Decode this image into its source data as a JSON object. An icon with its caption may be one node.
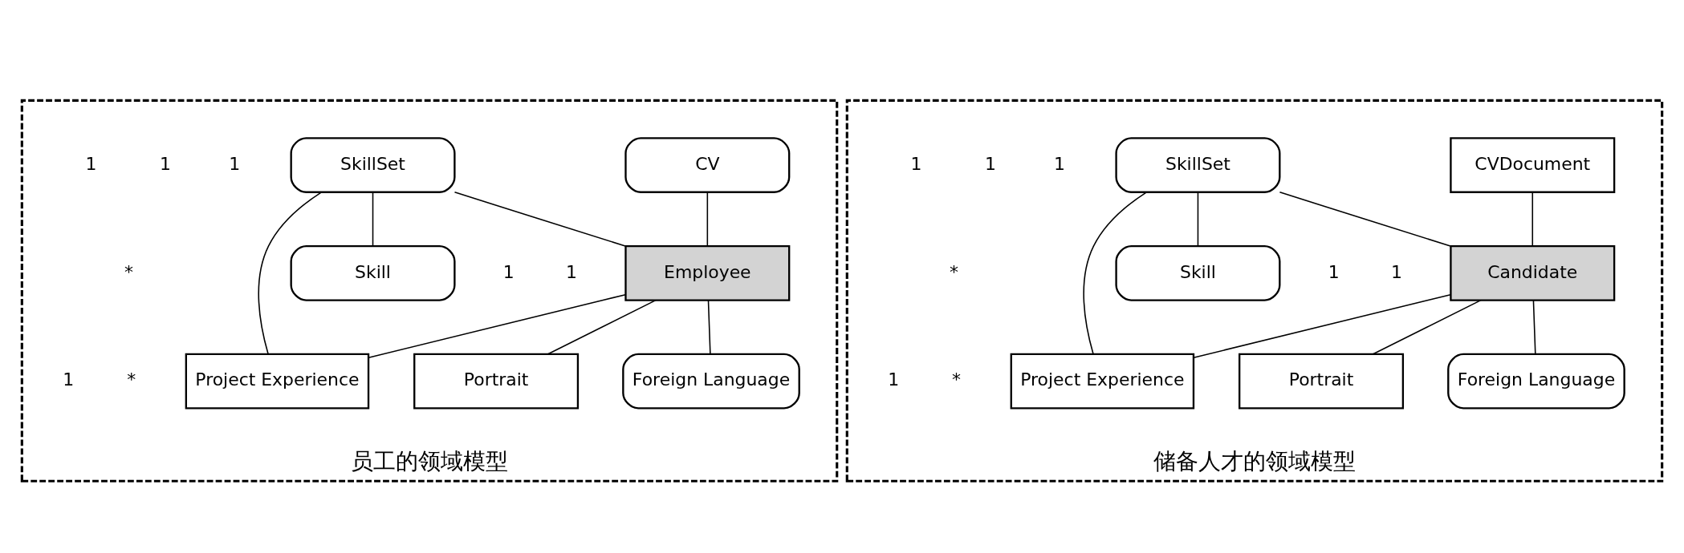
{
  "diagram": {
    "nodes": [
      {
        "text": [
          "员工的领域模型"
        ]
      },
      {
        "text": [
          "CV"
        ],
        "in": 0
      },
      {
        "text": [
          "SkillSet"
        ],
        "in": 0
      },
      {
        "text": [
          "Employee"
        ],
        "in": 0
      },
      {
        "text": [
          "Foreign Language"
        ],
        "in": 0
      },
      {
        "text": [
          "Skill"
        ],
        "in": 0
      },
      {
        "text": [
          "Project Experience"
        ],
        "in": 0
      },
      {
        "text": [
          "Portrait"
        ],
        "in": 0
      },
      {
        "text": [
          "储备人才的领域模型"
        ]
      },
      {
        "text": [
          "CVDocument"
        ],
        "in": 8
      },
      {
        "text": [
          "SkillSet"
        ],
        "in": 8
      },
      {
        "text": [
          "Candidate"
        ],
        "in": 8
      },
      {
        "text": [
          "Foreign Language"
        ],
        "in": 8
      },
      {
        "text": [
          "Skill"
        ],
        "in": 8
      },
      {
        "text": [
          "Project Experience"
        ],
        "in": 8
      },
      {
        "text": [
          "Portrait"
        ],
        "in": 8
      }
    ],
    "edges": [
      {
        "from": 1,
        "to": 3,
        "arrow": "none"
      },
      {
        "from": 2,
        "to": 3,
        "arrow": "none"
      },
      {
        "from": 3,
        "to": 4,
        "arrow": "none"
      },
      {
        "from": 3,
        "to": 7,
        "arrow": "none"
      },
      {
        "from": 2,
        "to": 5,
        "arrow": "none"
      },
      {
        "from": 2,
        "to": 6,
        "arrow": "none"
      },
      {
        "from": 3,
        "to": 6,
        "arrow": "none"
      },
      {
        "from": 9,
        "to": 11,
        "arrow": "none"
      },
      {
        "from": 10,
        "to": 11,
        "arrow": "none"
      },
      {
        "from": 11,
        "to": 12,
        "arrow": "none"
      },
      {
        "from": 11,
        "to": 15,
        "arrow": "none"
      },
      {
        "from": 10,
        "to": 13,
        "arrow": "none"
      },
      {
        "from": 10,
        "to": 14,
        "arrow": "none"
      },
      {
        "from": 11,
        "to": 14,
        "arrow": "none"
      }
    ],
    "labels": [
      "1",
      "1",
      "1",
      "1",
      "1",
      "*",
      "1",
      "*",
      "1",
      "1",
      "1",
      "1",
      "1",
      "*",
      "1",
      "*"
    ]
  }
}
